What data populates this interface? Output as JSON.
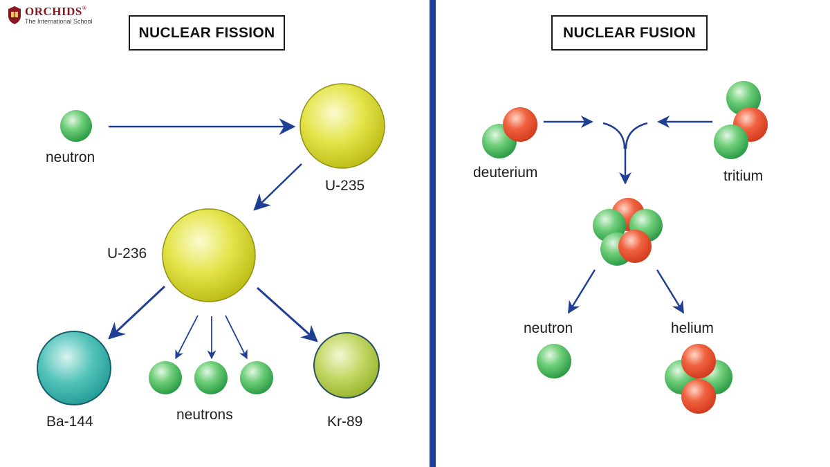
{
  "logo": {
    "name": "ORCHIDS",
    "registered": "®",
    "tagline": "The International School"
  },
  "fission": {
    "title": "NUCLEAR FISSION",
    "labels": {
      "neutron": "neutron",
      "u235": "U-235",
      "u236": "U-236",
      "ba144": "Ba-144",
      "neutrons": "neutrons",
      "kr89": "Kr-89"
    }
  },
  "fusion": {
    "title": "NUCLEAR FUSION",
    "labels": {
      "deuterium": "deuterium",
      "tritium": "tritium",
      "neutron": "neutron",
      "helium": "helium"
    }
  },
  "colors": {
    "arrow": "#1f3f95",
    "divider": "#1f3f9e",
    "neutron": "#3fb35a",
    "proton": "#e64a2e",
    "uranium": "#cccc22",
    "barium": "#2aa7a0",
    "krypton": "#a9c43a"
  }
}
